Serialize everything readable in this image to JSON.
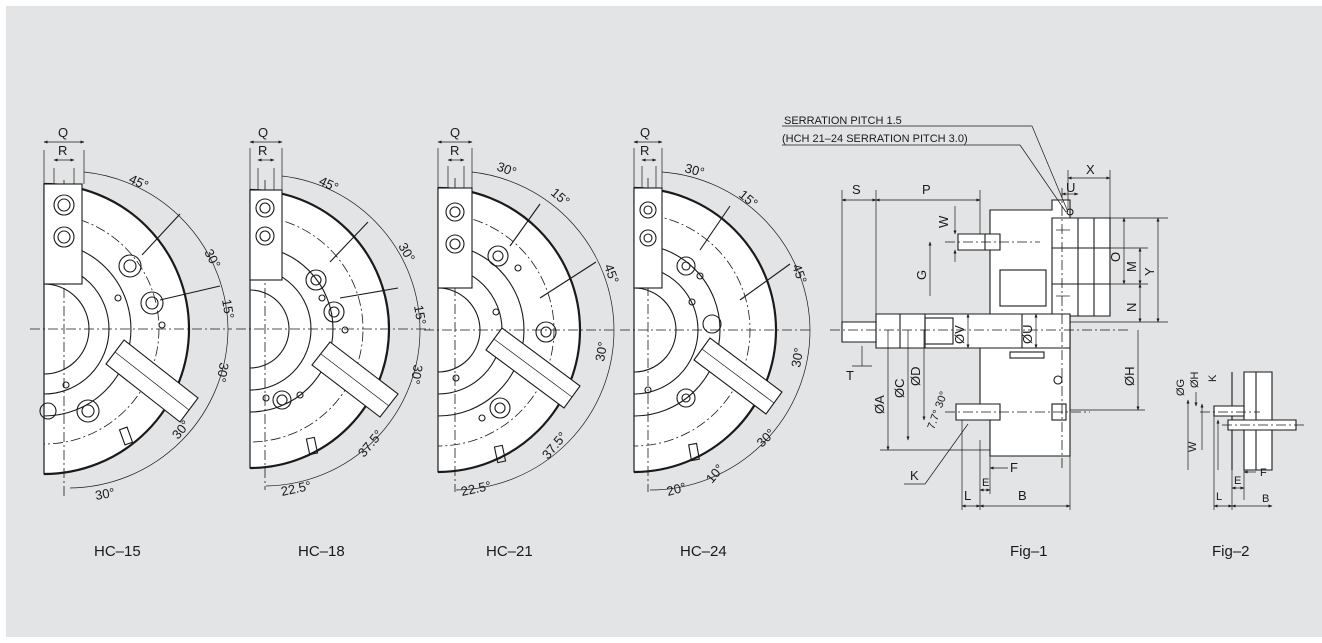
{
  "serration": {
    "line1": "SERRATION PITCH 1.5",
    "line2": "(HCH 21–24 SERRATION PITCH 3.0)"
  },
  "views": [
    {
      "caption": "HC–15",
      "dim_q": "Q",
      "dim_r": "R",
      "angles": [
        "45°",
        "30°",
        "15°",
        "30°",
        "30°",
        "30°"
      ]
    },
    {
      "caption": "HC–18",
      "dim_q": "Q",
      "dim_r": "R",
      "angles": [
        "45°",
        "30°",
        "15°",
        "30°",
        "37.5°",
        "22.5°"
      ]
    },
    {
      "caption": "HC–21",
      "dim_q": "Q",
      "dim_r": "R",
      "angles": [
        "30°",
        "15°",
        "45°",
        "30°",
        "37.5°",
        "22.5°"
      ]
    },
    {
      "caption": "HC–24",
      "dim_q": "Q",
      "dim_r": "R",
      "angles": [
        "30°",
        "15°",
        "45°",
        "30°",
        "30°",
        "20°",
        "10°"
      ]
    }
  ],
  "fig1": {
    "caption": "Fig–1",
    "labels": {
      "S": "S",
      "P": "P",
      "W": "W",
      "G": "G",
      "T": "T",
      "A": "ØA",
      "C": "ØC",
      "D": "ØD",
      "V": "ØV",
      "U_dia": "ØU",
      "H": "ØH",
      "K": "K",
      "L": "L",
      "E": "E",
      "F": "F",
      "B": "B",
      "X": "X",
      "U": "U",
      "M": "M",
      "O": "O",
      "Y": "Y",
      "N": "N",
      "chamfer": "7.7° 30°"
    }
  },
  "fig2": {
    "caption": "Fig–2",
    "labels": {
      "G": "ØG",
      "H": "ØH",
      "K": "K",
      "W": "W",
      "E": "E",
      "F": "F",
      "L": "L",
      "B": "B"
    }
  }
}
